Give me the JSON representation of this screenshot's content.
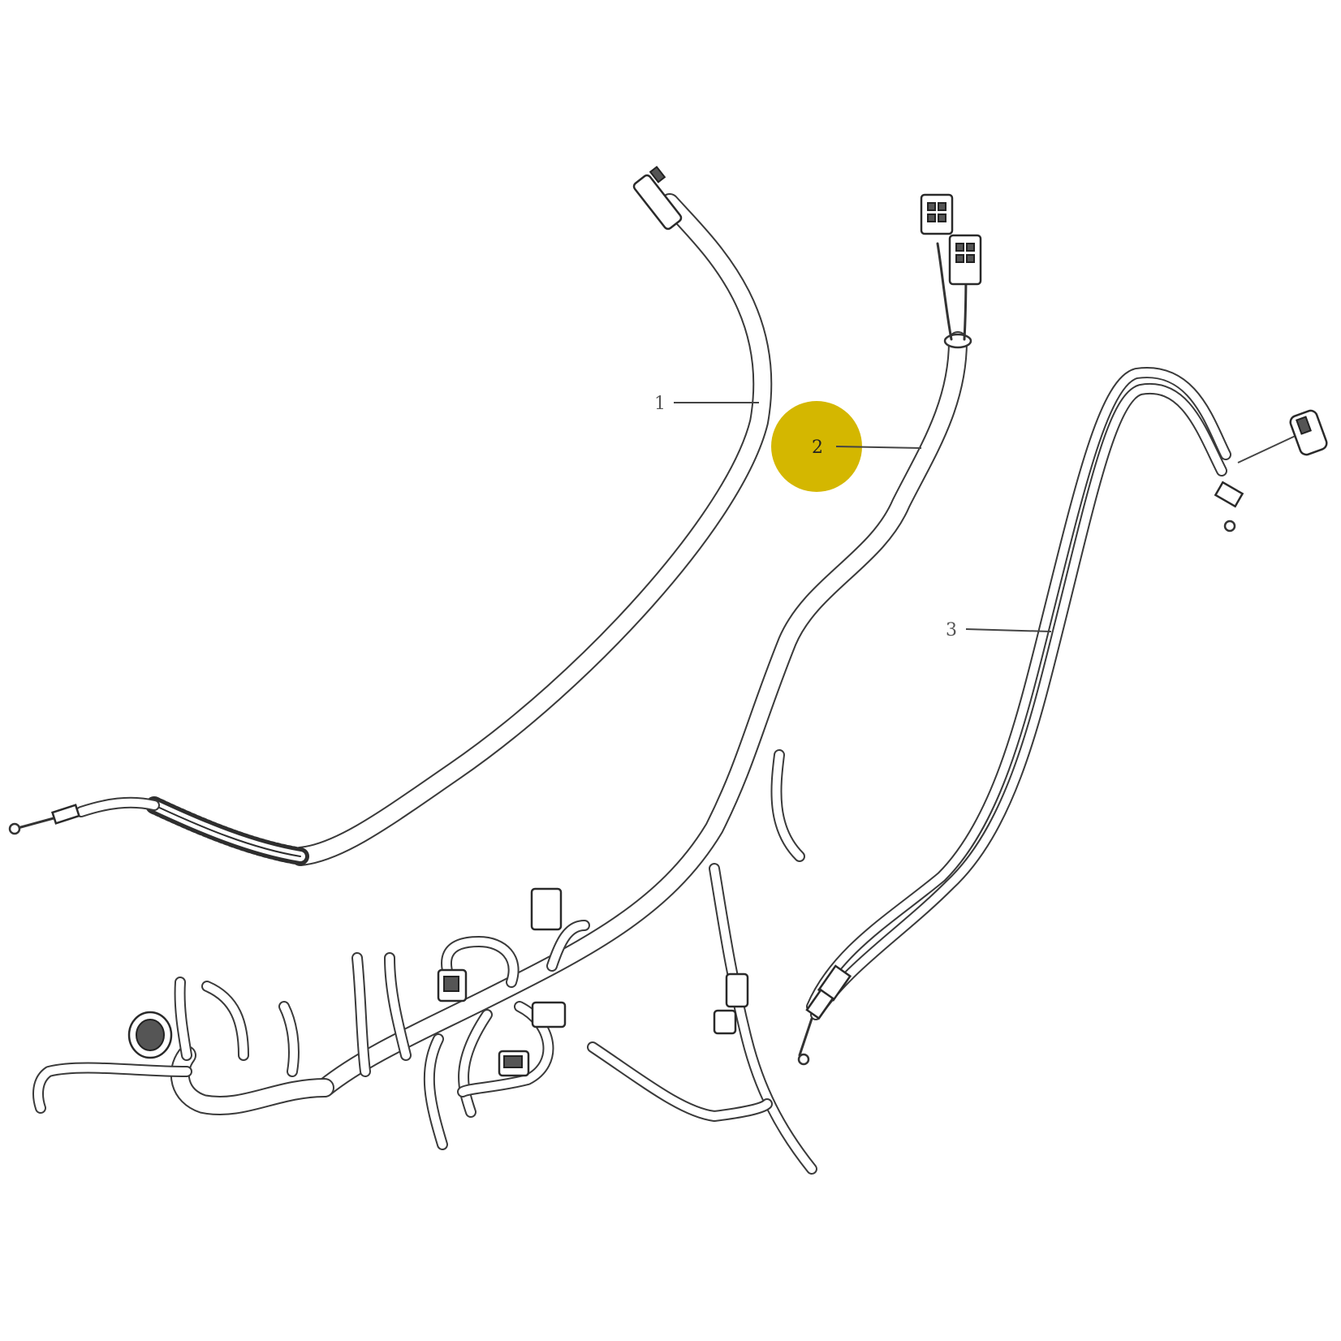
{
  "diagram": {
    "callouts": [
      {
        "id": "1",
        "label": "1",
        "highlighted": false
      },
      {
        "id": "2",
        "label": "2",
        "highlighted": true
      },
      {
        "id": "3",
        "label": "3",
        "highlighted": false
      }
    ],
    "highlight_color": "#D4B700",
    "line_color": "#3a3a3a"
  }
}
